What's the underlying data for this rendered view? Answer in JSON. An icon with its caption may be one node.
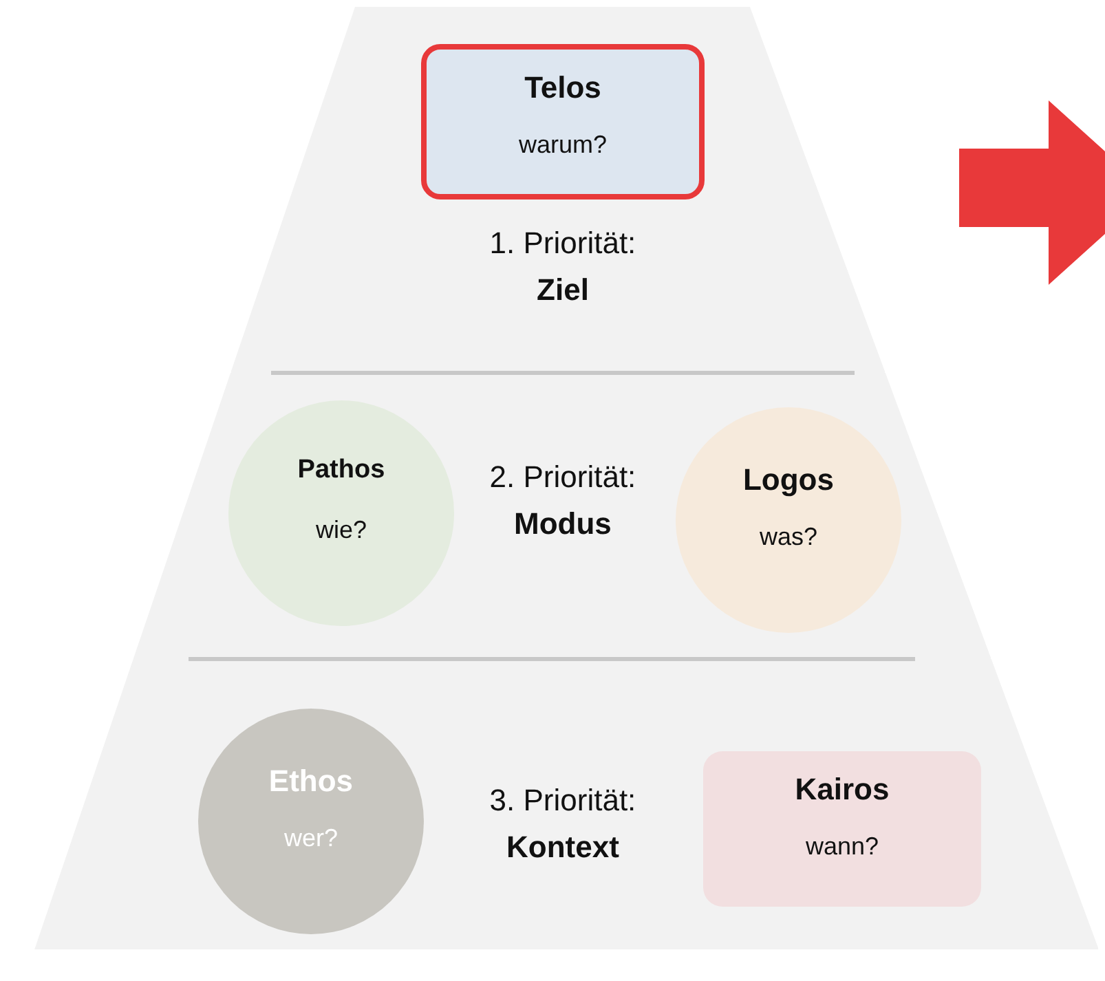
{
  "diagram": {
    "nodes": [
      {
        "text": [
          "1. Priorität: **Ziel**"
        ]
      },
      {
        "text": [
          "Telos",
          "warum?"
        ],
        "in": 0
      },
      {
        "text": [
          "2. Priorität: **Modus**"
        ]
      },
      {
        "text": [
          "Pathos",
          "wie?"
        ],
        "in": 2
      },
      {
        "text": [
          "Logos",
          "was?"
        ],
        "in": 2
      },
      {
        "text": [
          "3. Priorität: **Kontext**"
        ]
      },
      {
        "text": [
          "Ethos",
          "wer?"
        ],
        "in": 5
      },
      {
        "text": [
          "Kairos",
          "wann?"
        ],
        "in": 5
      }
    ],
    "edges": []
  }
}
